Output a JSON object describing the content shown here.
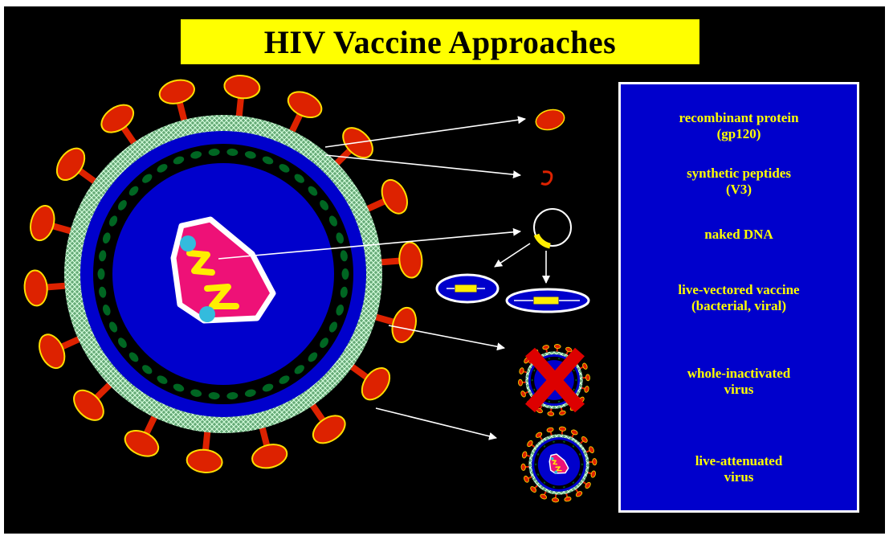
{
  "title": "HIV Vaccine Approaches",
  "legend": {
    "items": [
      {
        "id": "recombinant-protein",
        "label": "recombinant protein\n(gp120)"
      },
      {
        "id": "synthetic-peptides",
        "label": "synthetic peptides\n(V3)"
      },
      {
        "id": "naked-dna",
        "label": "naked DNA"
      },
      {
        "id": "live-vectored-vaccine",
        "label": "live-vectored vaccine\n(bacterial, viral)"
      },
      {
        "id": "whole-inactivated-virus",
        "label": "whole-inactivated\nvirus"
      },
      {
        "id": "live-attenuated-virus",
        "label": "live-attenuated\nvirus"
      }
    ]
  },
  "colors": {
    "background": "#000000",
    "title_bg": "#ffff00",
    "panel_bg": "#0000cc",
    "panel_text": "#ffff00",
    "spike": "#dd2200",
    "spike_outline": "#ffdd00",
    "envelope_mesh": "#66aa77",
    "capsid_blue": "#0000cc",
    "matrix_bead": "#006622",
    "core_fill": "#ee1177",
    "rna_yellow": "#ffee00",
    "enzyme_cyan": "#33bbdd",
    "arrow": "#ffffff",
    "cross": "#dd0000"
  }
}
